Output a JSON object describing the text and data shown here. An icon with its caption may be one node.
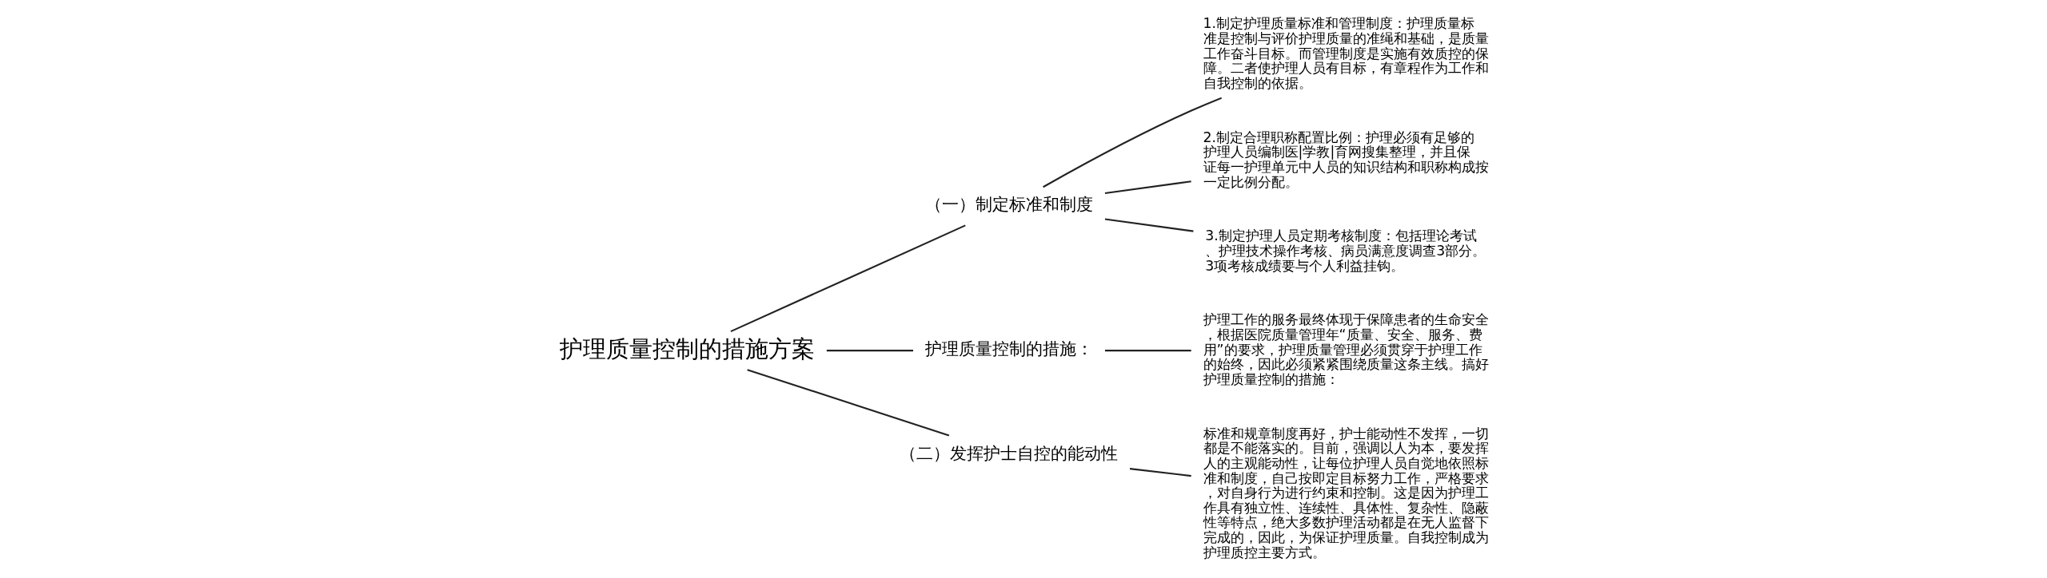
{
  "diagram": {
    "nodes": [
      {
        "text": [
          "护理质量控制的措施方案"
        ]
      },
      {
        "text": [
          "（一）制定标准和制度"
        ]
      },
      {
        "text": [
          "1.制定护理质量标准和管理制度：护理质量标准是控制与评价护理质量的准绳和基础，是质量工作奋斗目标。而管理制度是实施有效质控的保障。二者使护理人员有目标，有章程作为工作和自我控制的依据。"
        ]
      },
      {
        "text": [
          "2.制定合理职称配置比例：护理必须有足够的护理人员编制医|学教|育网搜集整理，并且保证每一护理单元中人员的知识结构和职称构成按一定比例分配。"
        ]
      },
      {
        "text": [
          "3.制定护理人员定期考核制度：包括理论考试、护理技术操作考核、病员满意度调查3部分。3项考核成绩要与个人利益挂钩。"
        ]
      },
      {
        "text": [
          "护理质量控制的措施："
        ]
      },
      {
        "text": [
          "护理工作的服务最终体现于保障患者的生命安全，根据医院质量管理年“质量、安全、服务、费用”的要求，护理质量管理必须贯穿于护理工作的始终，因此必须紧紧围绕质量这条主线。搞好护理质量控制的措施："
        ]
      },
      {
        "text": [
          "（二）发挥护士自控的能动性"
        ]
      },
      {
        "text": [
          "标准和规章制度再好，护士能动性不发挥，一切都是不能落实的。目前，强调以人为本，要发挥人的主观能动性，让每位护理人员自觉地依照标准和制度，自己按即定目标努力工作，严格要求，对自身行为进行约束和控制。这是因为护理工作具有独立性、连续性、具体性、复杂性、隐蔽性等特点，绝大多数护理活动都是在无人监督下完成的，因此，为保证护理质量。自我控制成为护理质控主要方式。"
        ]
      }
    ],
    "edges": [
      {
        "from": 0,
        "to": 1,
        "arrow": "none"
      },
      {
        "from": 1,
        "to": 2,
        "arrow": "none"
      },
      {
        "from": 1,
        "to": 3,
        "arrow": "none"
      },
      {
        "from": 1,
        "to": 4,
        "arrow": "none"
      },
      {
        "from": 0,
        "to": 5,
        "arrow": "none"
      },
      {
        "from": 5,
        "to": 6,
        "arrow": "none"
      },
      {
        "from": 0,
        "to": 7,
        "arrow": "none"
      },
      {
        "from": 7,
        "to": 8,
        "arrow": "none"
      }
    ]
  }
}
